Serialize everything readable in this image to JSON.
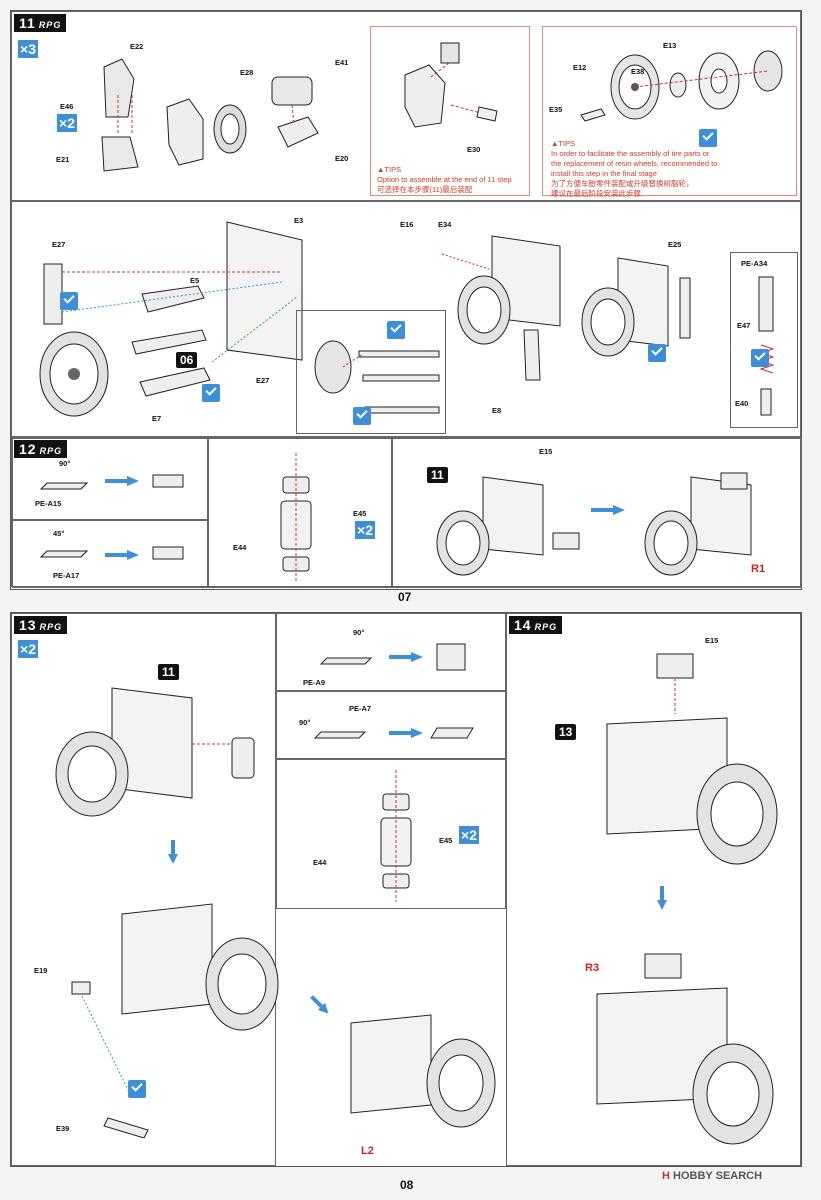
{
  "brand": "RPG",
  "watermark": {
    "hobby": "HOBBY",
    "search": "SEARCH",
    "mark": "H"
  },
  "page_a": {
    "number": "07",
    "step11": {
      "number": "11",
      "multiplier": "×3"
    },
    "step12": {
      "number": "12"
    },
    "labels": {
      "e22": "E22",
      "e46": "E46",
      "e46_mult": "×2",
      "e21": "E21",
      "e28": "E28",
      "e41": "E41",
      "e20": "E20",
      "e30": "E30",
      "e13": "E13",
      "e12": "E12",
      "e38": "E38",
      "e35": "E35",
      "e3": "E3",
      "e16": "E16",
      "e34": "E34",
      "e25": "E25",
      "e27": "E27",
      "e5": "E5",
      "badge06": "06",
      "e27b": "E27",
      "e7": "E7",
      "e8": "E8",
      "pea34": "PE-A34",
      "e47": "E47",
      "e40": "E40",
      "pea15": "PE-A15",
      "deg90": "90°",
      "pea17": "PE-A17",
      "deg45": "45°",
      "e44": "E44",
      "e45": "E45",
      "e45_mult": "×2",
      "e15": "E15",
      "badge11": "11",
      "r1": "R1"
    },
    "tip1": {
      "title": "▲TIPS",
      "line1": "Option to assemble at the end of 11 step",
      "line2": "可选择在本步骤(11)最后装配"
    },
    "tip2": {
      "title": "▲TIPS",
      "line1": "In order to facilitate the assembly of tire parts or",
      "line2": "the replacement of resin wheels, recommended to",
      "line3": "install this step in the final stage",
      "line4": "为了方便车胎零件装配或升级替换树脂轮，",
      "line5": "建议在最后阶段安装此步骤"
    }
  },
  "page_b": {
    "number": "08",
    "step13": {
      "number": "13",
      "multiplier": "×2"
    },
    "step14": {
      "number": "14"
    },
    "labels": {
      "badge11": "11",
      "e19": "E19",
      "e39": "E39",
      "l2": "L2",
      "deg90a": "90°",
      "pea9": "PE-A9",
      "pea7": "PE-A7",
      "deg90b": "90°",
      "e44": "E44",
      "e45": "E45",
      "e45_mult": "×2",
      "e15": "E15",
      "badge13": "13",
      "r3": "R3"
    }
  },
  "colors": {
    "accent": "#3f8fd8",
    "tip_red": "#d23a2a",
    "label_red": "#d02020"
  }
}
